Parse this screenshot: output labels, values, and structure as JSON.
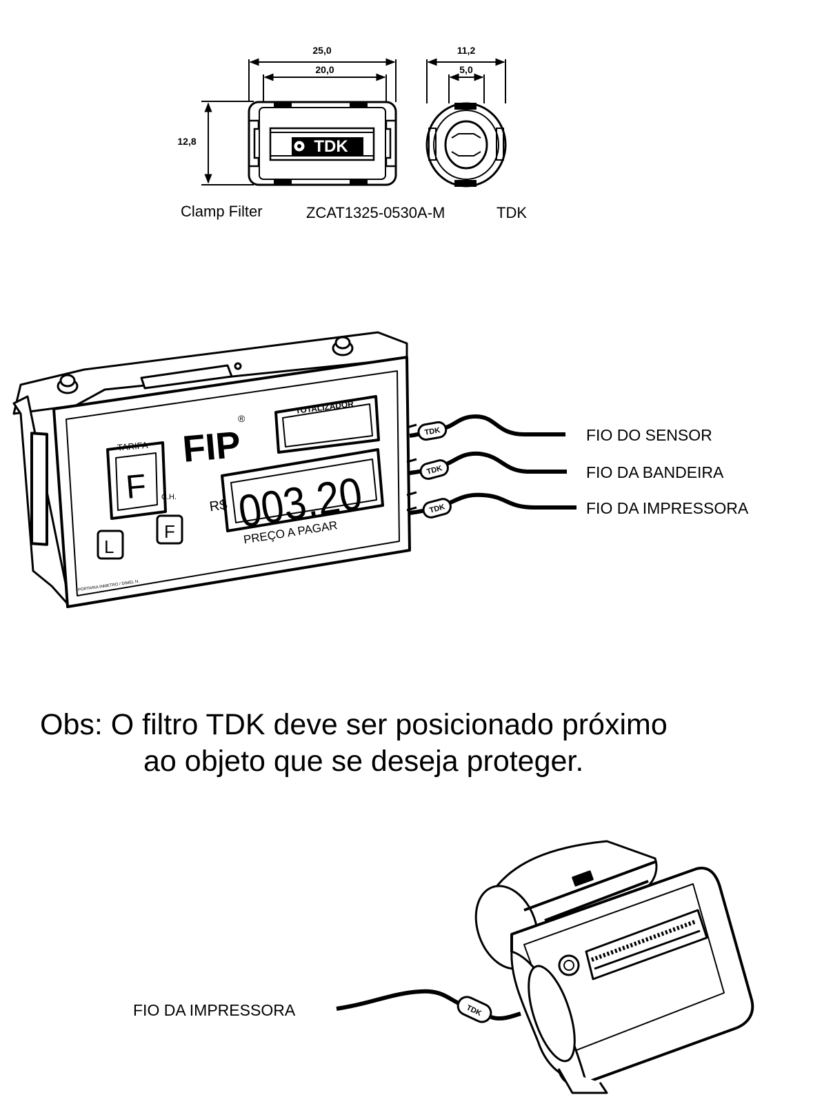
{
  "clamp_filter": {
    "dimensions": {
      "width_outer": "25,0",
      "width_inner": "20,0",
      "height": "12,8",
      "side_outer": "11,2",
      "side_inner": "5,0"
    },
    "logo": "TDK",
    "caption": {
      "name": "Clamp Filter",
      "part_number": "ZCAT1325-0530A-M",
      "brand": "TDK"
    }
  },
  "taximeter": {
    "brand": "FIP",
    "registered_mark": "®",
    "totalizer_label": "TOTALIZADOR",
    "tariff_label": "TARIFA",
    "tariff_value": "F",
    "ch_label": "C.H.",
    "key_l": "L",
    "key_f": "F",
    "currency": "R$",
    "display_value": "003.20",
    "display_caption": "PREÇO A PAGAR",
    "portaria": "PORTARIA INMETRO / DIMEL N."
  },
  "filter_tag": "TDK",
  "wires": [
    {
      "label": "FIO DO SENSOR"
    },
    {
      "label": "FIO DA BANDEIRA"
    },
    {
      "label": "FIO DA IMPRESSORA"
    }
  ],
  "note": {
    "line1": "Obs: O filtro TDK deve ser posicionado próximo",
    "line2": "ao objeto que se deseja proteger."
  },
  "printer": {
    "wire_label": "FIO DA IMPRESSORA"
  }
}
